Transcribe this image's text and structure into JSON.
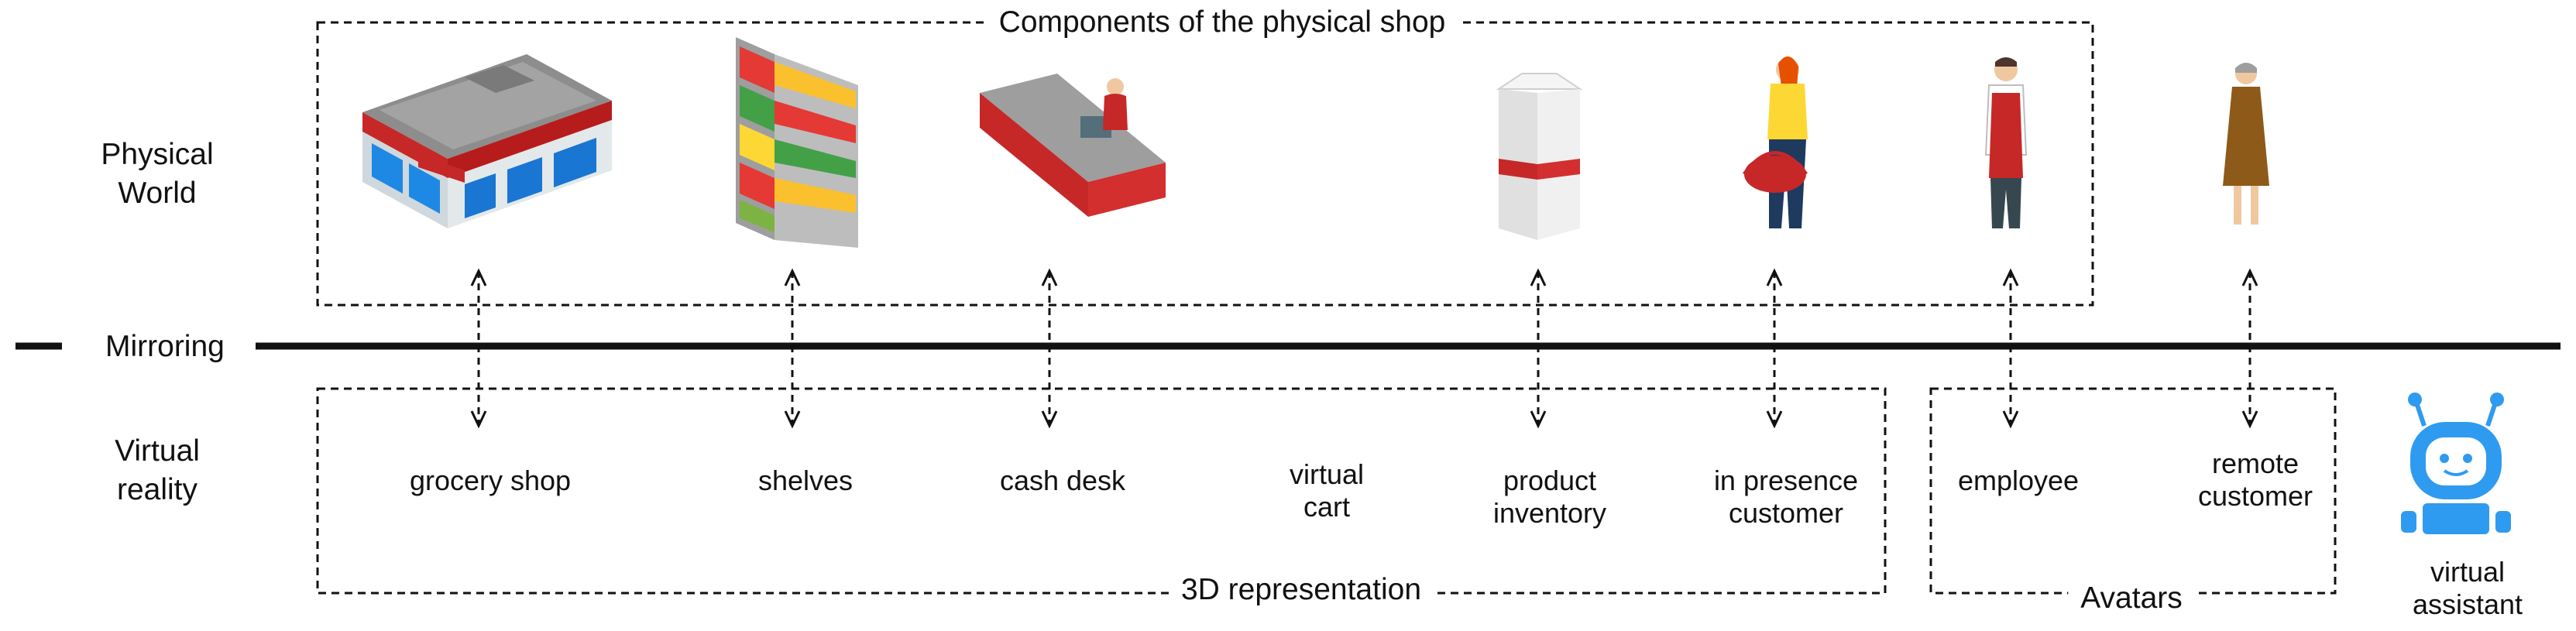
{
  "rows": {
    "physical": "Physical\nWorld",
    "mirroring": "Mirroring",
    "virtual": "Virtual\nreality"
  },
  "boxes": {
    "physical_shop": "Components of the physical shop",
    "representation_3d": "3D representation",
    "avatars": "Avatars"
  },
  "labels": {
    "grocery_shop": "grocery shop",
    "shelves": "shelves",
    "cash_desk": "cash desk",
    "virtual_cart": "virtual\ncart",
    "product_inventory": "product\ninventory",
    "in_presence_customer": "in presence\ncustomer",
    "employee": "employee",
    "remote_customer": "remote\ncustomer",
    "virtual_assistant": "virtual\nassistant"
  },
  "icons": {
    "grocery_shop": "store-building-icon",
    "shelves": "shelves-icon",
    "cash_desk": "cash-desk-icon",
    "product_inventory": "product-box-icon",
    "in_presence_customer": "customer-with-basket-icon",
    "employee": "employee-icon",
    "remote_customer": "remote-customer-icon",
    "virtual_assistant": "robot-assistant-icon"
  },
  "colors": {
    "accent_red": "#c62828",
    "robot_blue": "#2e9bf0",
    "line": "#111111"
  }
}
